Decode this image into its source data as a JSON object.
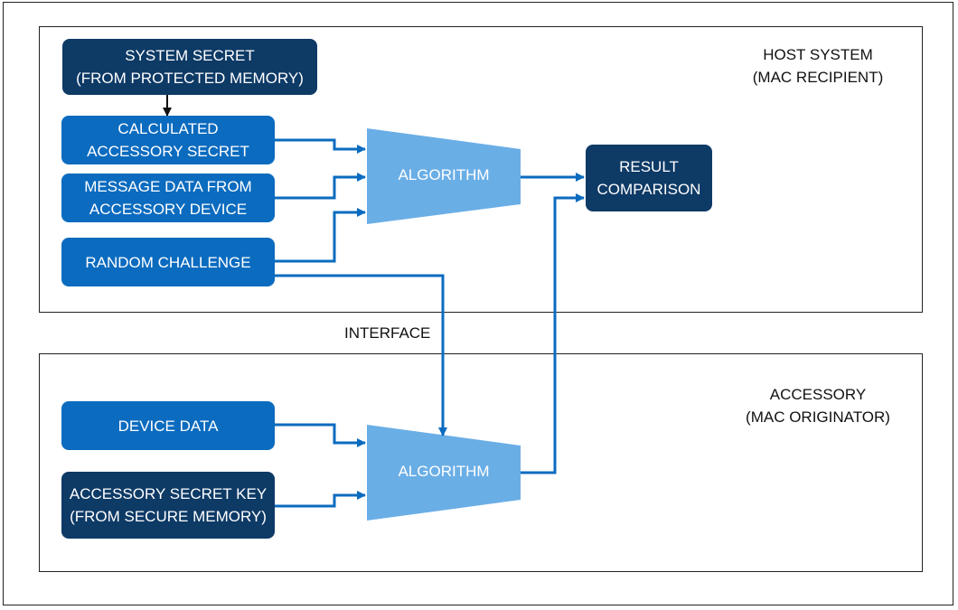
{
  "host": {
    "title_line1": "HOST SYSTEM",
    "title_line2": "(MAC RECIPIENT)",
    "system_secret_line1": "SYSTEM SECRET",
    "system_secret_line2": "(FROM PROTECTED MEMORY)",
    "calc_secret_line1": "CALCULATED",
    "calc_secret_line2": "ACCESSORY SECRET",
    "message_line1": "MESSAGE DATA FROM",
    "message_line2": "ACCESSORY DEVICE",
    "random_challenge": "RANDOM CHALLENGE",
    "algorithm": "ALGORITHM",
    "result_line1": "RESULT",
    "result_line2": "COMPARISON"
  },
  "interface_label": "INTERFACE",
  "accessory": {
    "title_line1": "ACCESSORY",
    "title_line2": "(MAC ORIGINATOR)",
    "device_data": "DEVICE DATA",
    "secret_key_line1": "ACCESSORY SECRET KEY",
    "secret_key_line2": "(FROM SECURE MEMORY)",
    "algorithm": "ALGORITHM"
  },
  "colors": {
    "box_blue": "#0b6bbf",
    "box_dark": "#0e3a66",
    "algorithm_fill": "#6aaee6",
    "wire": "#0b6bbf",
    "black_arrow": "#111111"
  }
}
